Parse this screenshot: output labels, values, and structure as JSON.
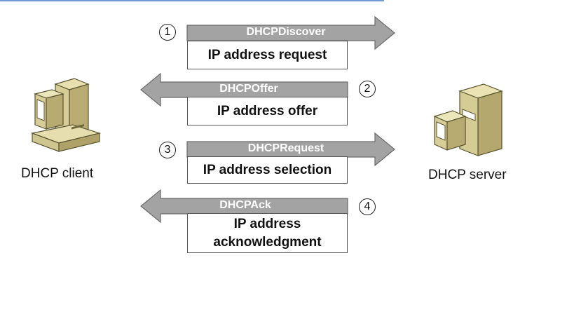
{
  "nodes": {
    "client": "DHCP client",
    "server": "DHCP server"
  },
  "steps": [
    {
      "num": "1",
      "message": "DHCPDiscover",
      "description": [
        "IP address request"
      ]
    },
    {
      "num": "2",
      "message": "DHCPOffer",
      "description": [
        "IP address offer"
      ]
    },
    {
      "num": "3",
      "message": "DHCPRequest",
      "description": [
        "IP address selection"
      ]
    },
    {
      "num": "4",
      "message": "DHCPAck",
      "description": [
        "IP address",
        "acknowledgment"
      ]
    }
  ]
}
